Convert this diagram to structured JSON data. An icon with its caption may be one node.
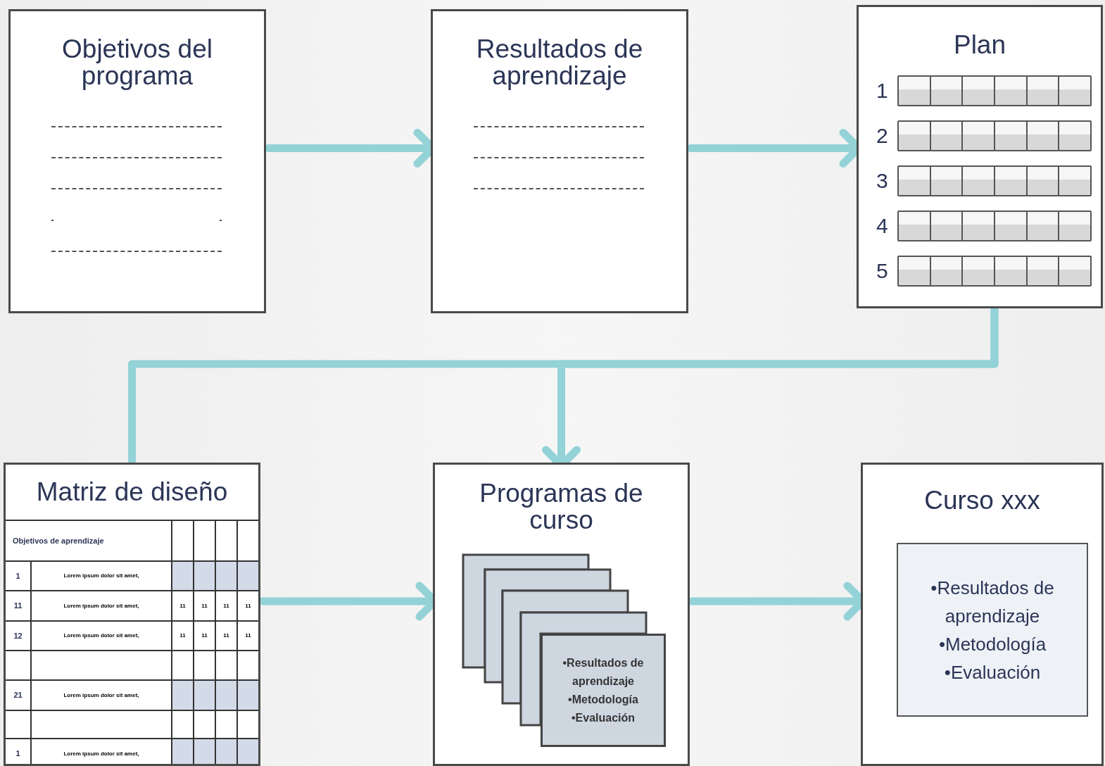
{
  "diagram": {
    "nodes": [
      {
        "text": [
          "Objetivos del programa"
        ]
      },
      {
        "text": [
          "Resultados de aprendizaje"
        ]
      },
      {
        "text": [
          "Plan"
        ]
      },
      {
        "text": [
          "Matriz de diseño"
        ]
      },
      {
        "text": [
          "Programas de curso"
        ]
      },
      {
        "text": [
          "Curso xxx"
        ]
      },
      {
        "text": [
          "•Resultados de aprendizaje",
          "•Metodología",
          "•Evaluación"
        ],
        "in": 5
      },
      {
        "text": [
          "•Resultados de aprendizaje",
          "•Metodología",
          "•Evaluación"
        ],
        "in": 4
      }
    ],
    "edges": [
      {
        "from": 0,
        "to": 1,
        "arrow": "to"
      },
      {
        "from": 1,
        "to": 2,
        "arrow": "to"
      },
      {
        "from": 2,
        "to": 4,
        "arrow": "to"
      },
      {
        "from": 2,
        "to": 3,
        "arrow": "none"
      },
      {
        "from": 3,
        "to": 4,
        "arrow": "to"
      },
      {
        "from": 4,
        "to": 5,
        "arrow": "to"
      }
    ],
    "labels": [
      "1",
      "2",
      "3",
      "4",
      "5",
      "Objetivos de aprendizaje",
      "1",
      "Lorem ipsum dolor sit amet,",
      "11",
      "Lorem ipsum dolor sit amet,",
      "11",
      "11",
      "11",
      "11",
      "12",
      "Lorem ipsum dolor sit amet,",
      "11",
      "11",
      "11",
      "11",
      "21",
      "Lorem ipsum dolor sit amet,",
      "1",
      "Lorem ipsum dolor sit amet,"
    ]
  }
}
